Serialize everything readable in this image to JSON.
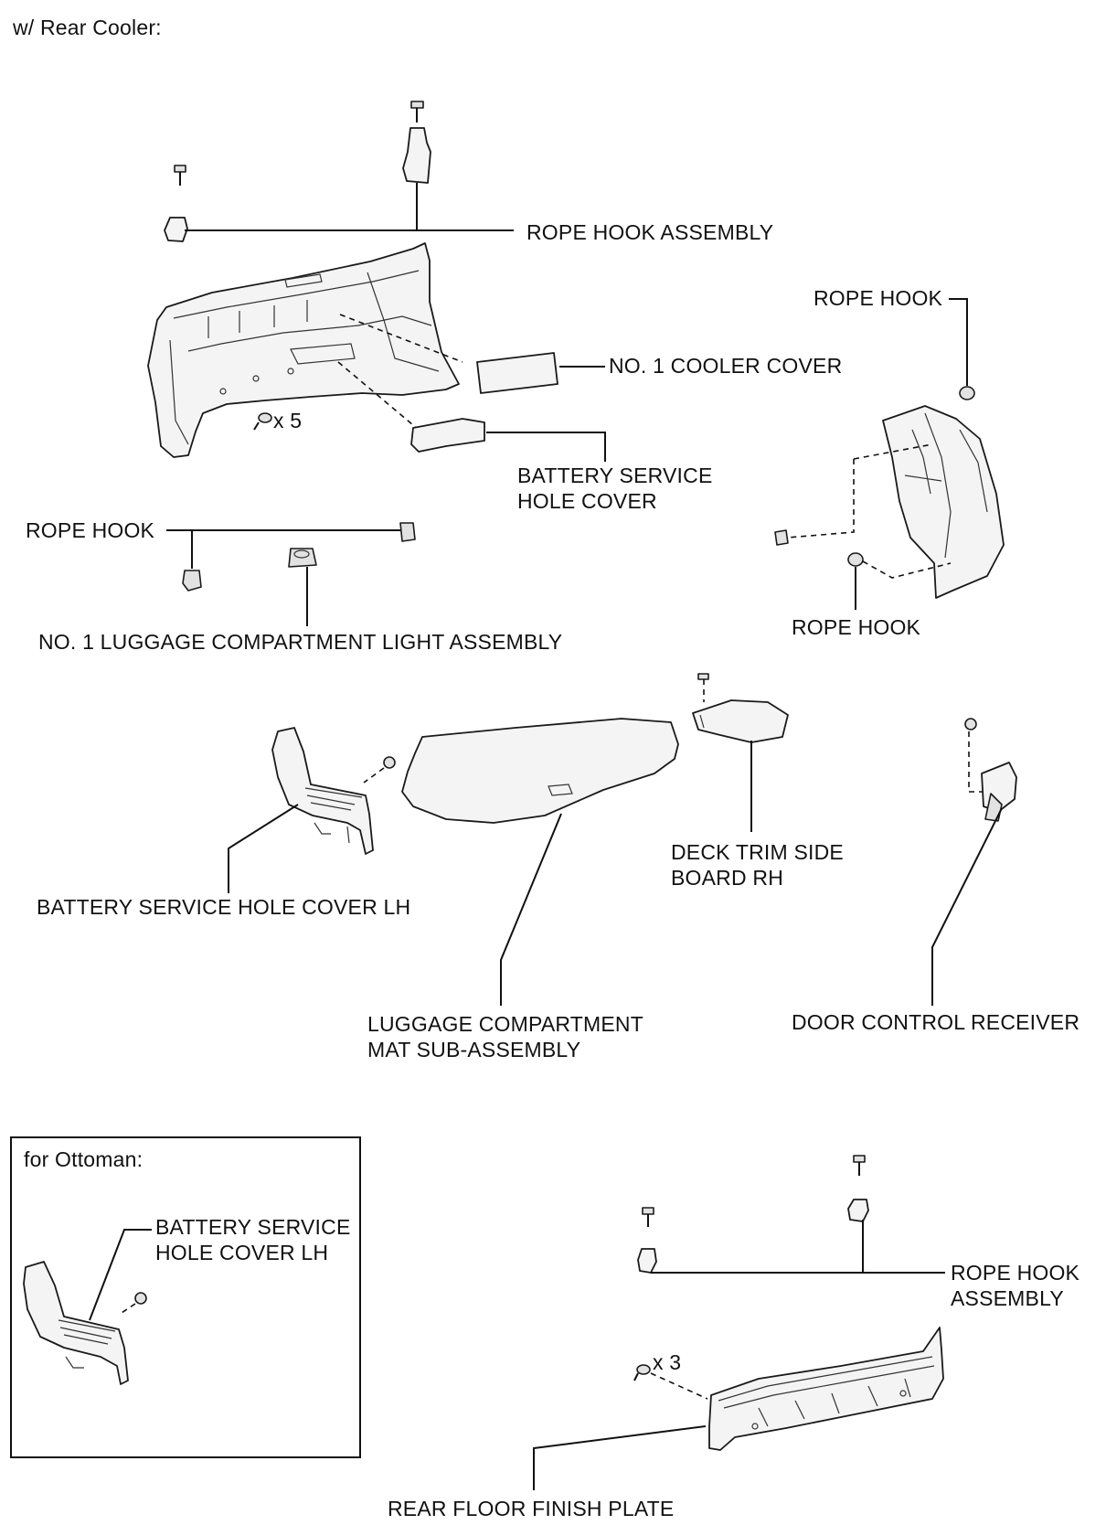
{
  "header": {
    "variant": "w/ Rear Cooler:"
  },
  "labels": {
    "rope_hook_assembly_top": "ROPE HOOK ASSEMBLY",
    "rope_hook_right_top": "ROPE HOOK",
    "no1_cooler_cover": "NO. 1 COOLER COVER",
    "clip_qty_5": "x 5",
    "battery_service_hole_cover_l1": "BATTERY SERVICE",
    "battery_service_hole_cover_l2": "HOLE COVER",
    "rope_hook_left": "ROPE HOOK",
    "rope_hook_right_bottom": "ROPE HOOK",
    "luggage_light": "NO. 1 LUGGAGE COMPARTMENT LIGHT ASSEMBLY",
    "deck_trim_l1": "DECK TRIM SIDE",
    "deck_trim_l2": "BOARD RH",
    "battery_cover_lh": "BATTERY SERVICE HOLE COVER LH",
    "luggage_mat_l1": "LUGGAGE COMPARTMENT",
    "luggage_mat_l2": "MAT SUB-ASSEMBLY",
    "door_control_receiver": "DOOR CONTROL RECEIVER",
    "ottoman_title": "for Ottoman:",
    "ottoman_battery_l1": "BATTERY SERVICE",
    "ottoman_battery_l2": "HOLE COVER LH",
    "rope_hook_assembly_bottom_l1": "ROPE HOOK",
    "rope_hook_assembly_bottom_l2": "ASSEMBLY",
    "clip_qty_3": "x 3",
    "rear_floor_finish_plate": "REAR FLOOR FINISH PLATE"
  }
}
